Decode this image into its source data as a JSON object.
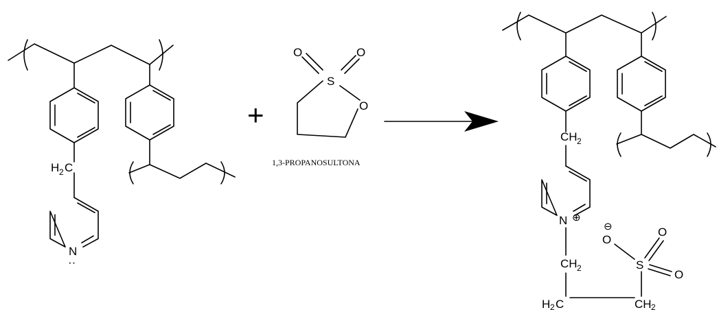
{
  "reactant": {
    "ch2_H": "H",
    "ch2_sub": "2",
    "ch2_C": "C",
    "pyridine_N": "N",
    "lone_pair": "··"
  },
  "reagent": {
    "plus": "+",
    "S": "S",
    "O1": "O",
    "O2": "O",
    "ring_O": "O",
    "name": "1,3-PROPANOSULTONA"
  },
  "product": {
    "ch2_top_C": "CH",
    "ch2_top_sub": "2",
    "N": "N",
    "N_charge": "⊕",
    "ch2_mid_C": "CH",
    "ch2_mid_sub": "2",
    "ch2_left_H": "H",
    "ch2_left_sub": "2",
    "ch2_left_C": "C",
    "ch2_right_C": "CH",
    "ch2_right_sub": "2",
    "S": "S",
    "O_minus": "O",
    "O_charge": "⊖",
    "O_up": "O",
    "O_right": "O"
  }
}
